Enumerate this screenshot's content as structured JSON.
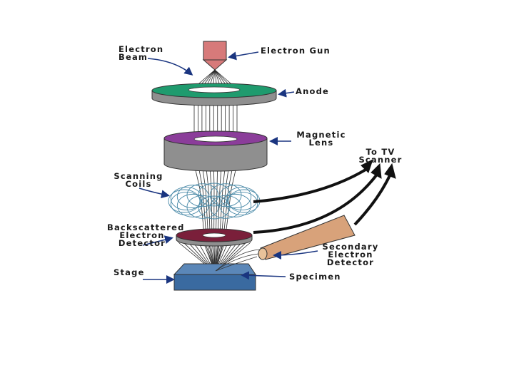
{
  "labels": {
    "electron_beam": "Electron\nBeam",
    "electron_gun": "Electron Gun",
    "anode": "Anode",
    "magnetic_lens": "Magnetic\nLens",
    "to_tv_scanner": "To TV\nScanner",
    "scanning_coils": "Scanning\nCoils",
    "backscattered_detector": "Backscattered\nElectron\nDetector",
    "secondary_detector": "Secondary\nElectron\nDetector",
    "stage": "Stage",
    "specimen": "Specimen"
  },
  "colors": {
    "electron_gun": "#d77a7a",
    "anode": "#1f9b6e",
    "magnetic_lens": "#8b3d9a",
    "ring_body": "#8f8f8f",
    "backscatter_detector": "#7a1f3a",
    "secondary_detector": "#d8a27a",
    "specimen": "#3a6aa0",
    "coils": "#4a8aa8",
    "arrows": "#1a3580",
    "signal_arrows": "#111111"
  }
}
